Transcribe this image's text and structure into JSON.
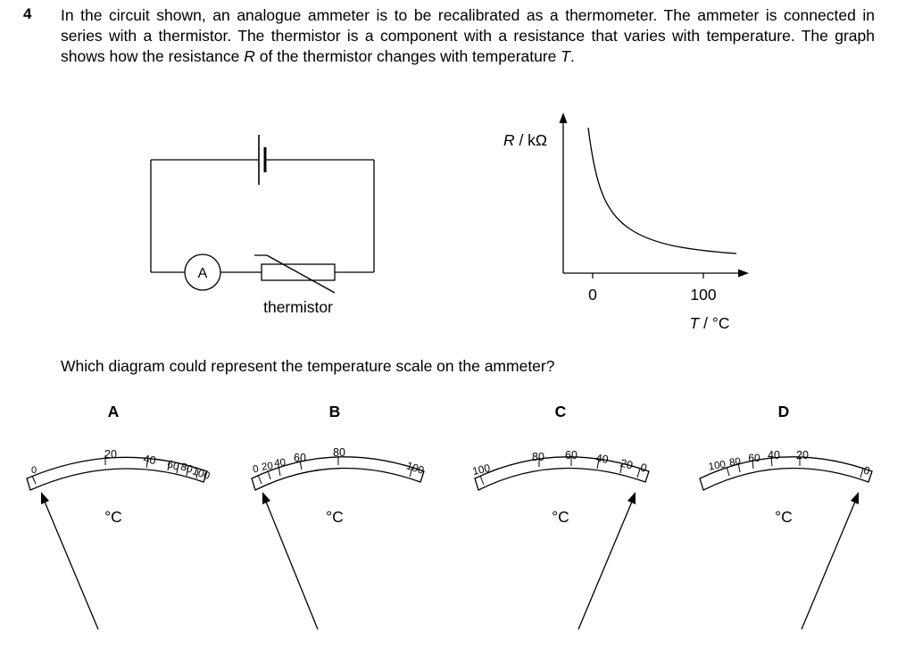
{
  "question": {
    "number": "4",
    "stem": {
      "p1": "In the circuit shown, an analogue ammeter is to be recalibrated as a thermometer. The ammeter is connected in series with a thermistor. The thermistor is a component with a resistance that varies with temperature. The graph shows how the resistance ",
      "var_R": "R",
      "p2": " of the thermistor changes with temperature ",
      "var_T": "T",
      "p3": "."
    },
    "prompt": "Which diagram could represent the temperature scale on the ammeter?"
  },
  "circuit": {
    "ammeter_label": "A",
    "thermistor_label": "thermistor"
  },
  "graph": {
    "y_label_var": "R",
    "y_label_unit": " / kΩ",
    "x_label_var": "T",
    "x_label_unit": " / °C",
    "x_ticks": [
      "0",
      "100"
    ]
  },
  "options": [
    {
      "letter": "A",
      "unit": "°C",
      "scale_labels": [
        "0",
        "20",
        "40",
        "60",
        "80",
        "100"
      ]
    },
    {
      "letter": "B",
      "unit": "°C",
      "scale_labels": [
        "0",
        "20",
        "40",
        "60",
        "80",
        "100"
      ]
    },
    {
      "letter": "C",
      "unit": "°C",
      "scale_labels": [
        "100",
        "80",
        "60",
        "40",
        "20",
        "0"
      ]
    },
    {
      "letter": "D",
      "unit": "°C",
      "scale_labels": [
        "100",
        "80",
        "60",
        "40",
        "20",
        "0"
      ]
    }
  ]
}
